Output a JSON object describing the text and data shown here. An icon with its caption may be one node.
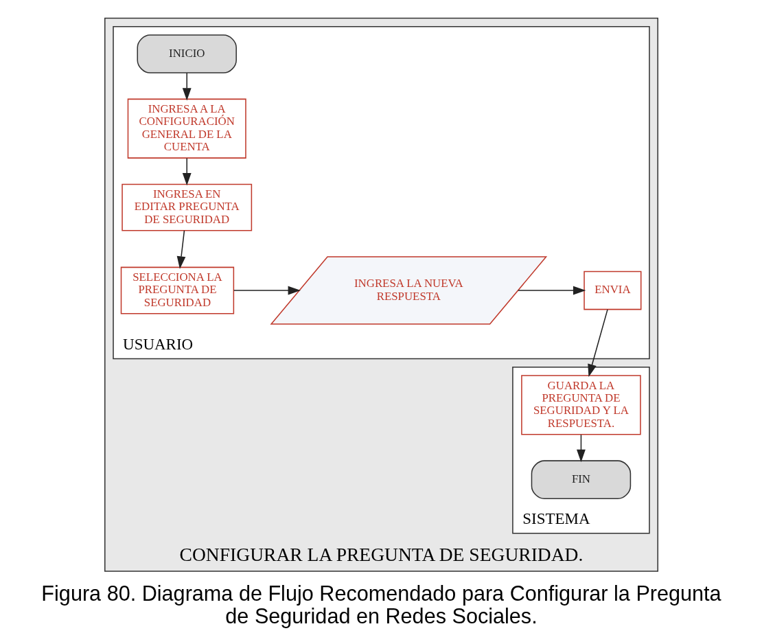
{
  "diagram": {
    "caption": "Figura 80. Diagrama de Flujo Recomendado para Configurar la Pregunta de Seguridad en Redes Sociales.",
    "nodes": [
      {
        "text": [
          "CONFIGURAR LA PREGUNTA DE SEGURIDAD."
        ]
      },
      {
        "text": [
          "USUARIO"
        ],
        "in": 0
      },
      {
        "text": [
          "INICIO"
        ],
        "in": 1
      },
      {
        "text": [
          "INGRESA A LA CONFIGURACIÓN GENERAL DE LA CUENTA"
        ],
        "in": 1
      },
      {
        "text": [
          "INGRESA EN EDITAR PREGUNTA DE SEGURIDAD"
        ],
        "in": 1
      },
      {
        "text": [
          "SELECCIONA LA PREGUNTA DE SEGURIDAD"
        ],
        "in": 1
      },
      {
        "text": [
          "INGRESA LA NUEVA RESPUESTA"
        ],
        "in": 1
      },
      {
        "text": [
          "ENVIA"
        ],
        "in": 1
      },
      {
        "text": [
          "SISTEMA"
        ],
        "in": 0
      },
      {
        "text": [
          "GUARDA LA PREGUNTA DE SEGURIDAD Y LA RESPUESTA."
        ],
        "in": 8
      },
      {
        "text": [
          "FIN"
        ],
        "in": 8
      }
    ],
    "edges": [
      {
        "from": 2,
        "to": 3,
        "arrow": "to"
      },
      {
        "from": 3,
        "to": 4,
        "arrow": "to"
      },
      {
        "from": 4,
        "to": 5,
        "arrow": "to"
      },
      {
        "from": 5,
        "to": 6,
        "arrow": "to"
      },
      {
        "from": 6,
        "to": 7,
        "arrow": "to"
      },
      {
        "from": 7,
        "to": 9,
        "arrow": "to"
      },
      {
        "from": 9,
        "to": 10,
        "arrow": "to"
      }
    ]
  }
}
